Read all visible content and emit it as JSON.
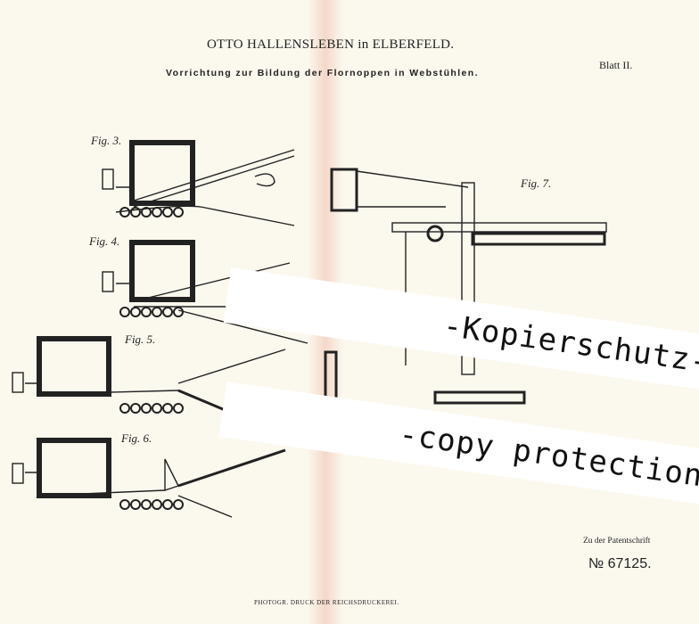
{
  "header": {
    "author": "OTTO HALLENSLEBEN in ELBERFELD.",
    "subtitle": "Vorrichtung zur Bildung der Flornoppen in Webstühlen.",
    "sheet": "Blatt II."
  },
  "figures": [
    {
      "label": "Fig. 3."
    },
    {
      "label": "Fig. 4."
    },
    {
      "label": "Fig. 5."
    },
    {
      "label": "Fig. 6."
    },
    {
      "label": "Fig. 7."
    }
  ],
  "footer": {
    "reference": "Zu der Patentschrift",
    "patent_number": "№ 67125.",
    "printer": "PHOTOGR. DRUCK DER REICHSDRUCKEREI."
  },
  "watermarks": {
    "german": "-Kopierschutz-",
    "english": "-copy protection-"
  }
}
